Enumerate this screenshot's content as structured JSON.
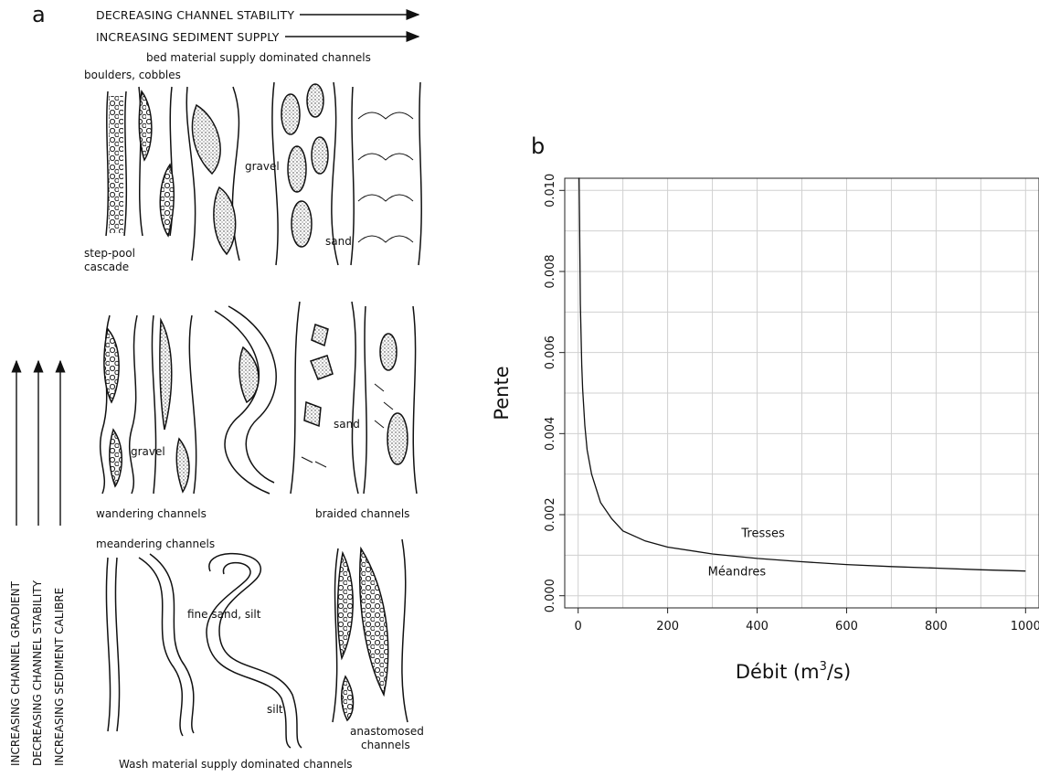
{
  "panel_a": {
    "letter": "a",
    "top_arrows": [
      "DECREASING CHANNEL STABILITY",
      "INCREASING SEDIMENT SUPPLY"
    ],
    "header_top": "bed material supply dominated channels",
    "labels": {
      "boulders": "boulders, cobbles",
      "gravel_top": "gravel",
      "sand_top": "sand",
      "step_pool_1": "step-pool",
      "step_pool_2": "cascade",
      "gravel_mid": "gravel",
      "sand_mid": "sand",
      "wandering": "wandering channels",
      "braided": "braided channels",
      "meandering": "meandering channels",
      "fine_sand": "fine sand, silt",
      "silt": "silt",
      "anastomosed_1": "anastomosed",
      "anastomosed_2": "channels"
    },
    "side_arrows": [
      "INCREASING CHANNEL GRADIENT",
      "DECREASING CHANNEL STABILITY",
      "INCREASING SEDIMENT CALIBRE"
    ],
    "footer": "Wash material supply dominated channels"
  },
  "panel_b": {
    "letter": "b",
    "ylabel": "Pente",
    "xlabel_main": "Débit (m",
    "xlabel_sup": "3",
    "xlabel_end": "/s)",
    "annotations": [
      "Tresses",
      "Méandres"
    ]
  },
  "chart_data": {
    "type": "line",
    "title": "",
    "xlabel": "Débit (m³/s)",
    "ylabel": "Pente",
    "xlim": [
      -30,
      1030
    ],
    "ylim": [
      -0.0003,
      0.0103
    ],
    "xticks": [
      0,
      200,
      400,
      600,
      800,
      1000
    ],
    "yticks": [
      0.0,
      0.002,
      0.004,
      0.006,
      0.008,
      0.01
    ],
    "ytick_labels": [
      "0.000",
      "0.002",
      "0.004",
      "0.006",
      "0.008",
      "0.010"
    ],
    "grid": true,
    "series": [
      {
        "x": [
          0.5,
          1,
          2,
          3,
          5,
          8,
          10,
          15,
          20,
          30,
          50,
          75,
          100,
          150,
          200,
          300,
          400,
          500,
          600,
          700,
          800,
          900,
          1000
        ],
        "y": [
          0.0103,
          0.0103,
          0.0103,
          0.0093,
          0.0072,
          0.0057,
          0.0051,
          0.0042,
          0.0036,
          0.003,
          0.0023,
          0.0019,
          0.0016,
          0.00135,
          0.0012,
          0.00103,
          0.00092,
          0.00084,
          0.00077,
          0.00072,
          0.00068,
          0.00064,
          0.00061
        ]
      }
    ],
    "annotations": [
      {
        "text": "Tresses",
        "x": 365,
        "y": 0.00145
      },
      {
        "text": "Méandres",
        "x": 290,
        "y": 0.0005
      }
    ]
  }
}
